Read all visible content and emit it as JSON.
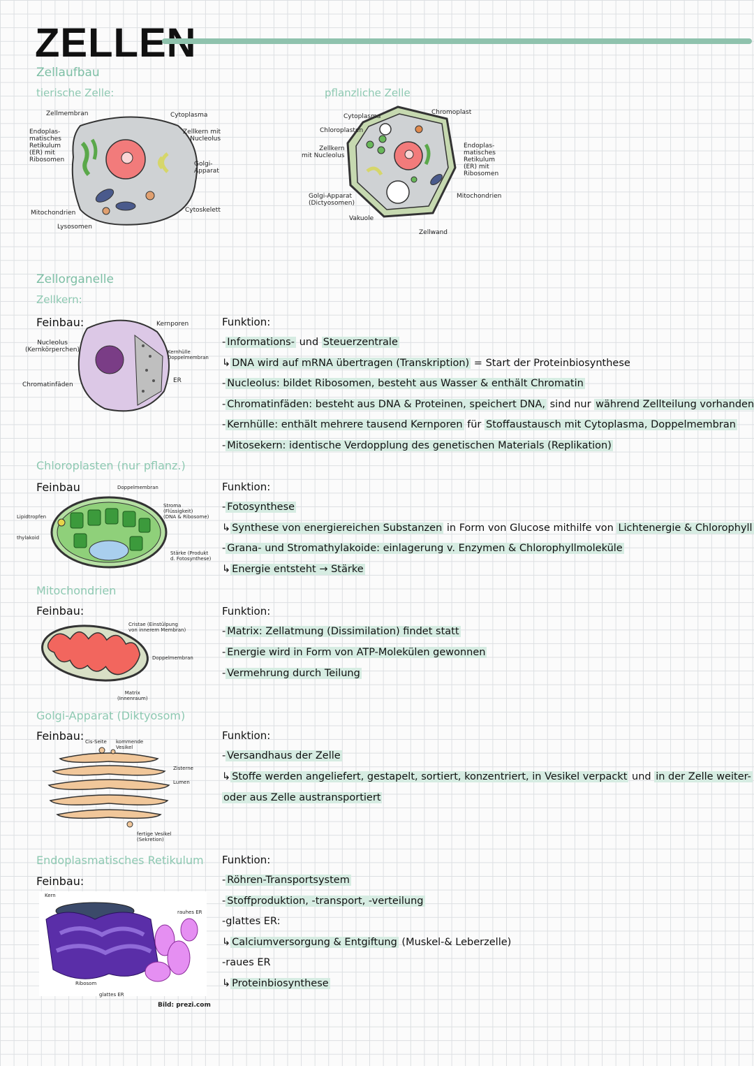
{
  "title": "ZELLEN",
  "section_zellaufbau": "Zellaufbau",
  "tierische": {
    "heading": "tierische Zelle:",
    "labels": {
      "zellmembran": "Zellmembran",
      "cytoplasma": "Cytoplasma",
      "er": "Endoplas-\nmatisches\nRetikulum\n(ER) mit\nRibosomen",
      "zellkern": "Zellkern mit\nNucleolus",
      "golgi": "Golgi-\nApparat",
      "mitochondrien": "Mitochondrien",
      "lysosomen": "Lysosomen",
      "cytoskelett": "Cytoskelett"
    }
  },
  "pflanzliche": {
    "heading": "pflanzliche Zelle",
    "labels": {
      "cytoplasma": "Cytoplasma",
      "chromoplast": "Chromoplast",
      "chloroplasten": "Chloroplasten",
      "zellkern": "Zellkern\nmit Nucleolus",
      "er": "Endoplas-\nmatisches\nRetikulum\n(ER) mit\nRibosomen",
      "golgi": "Golgi-Apparat\n(Dictyosomen)",
      "mitochondrien": "Mitochondrien",
      "vakuole": "Vakuole",
      "zellwand": "Zellwand"
    }
  },
  "section_organelle": "Zellorganelle",
  "zellkern": {
    "heading": "Zellkern:",
    "feinbau": "Feinbau:",
    "labels": {
      "kernporen": "Kernporen",
      "nucleolus": "Nucleolus\n(Kernkörperchen)",
      "kernhuelle": "Kernhülle\nDoppelmembran",
      "er": "ER",
      "chromatin": "Chromatinfäden"
    },
    "funktion": "Funktion:",
    "lines": [
      {
        "pre": "-",
        "hl": "Informations-",
        "post": " und ",
        "hl2": "Steuerzentrale",
        "post2": ""
      },
      {
        "pre": "↳",
        "hl": "DNA wird auf mRNA übertragen (Transkription)",
        "post": " = Start der Proteinbiosynthese",
        "hl2": "",
        "post2": ""
      },
      {
        "pre": "-",
        "hl": "Nucleolus: bildet Ribosomen, besteht aus Wasser & enthält Chromatin",
        "post": "",
        "hl2": "",
        "post2": ""
      },
      {
        "pre": "-",
        "hl": "Chromatinfäden: besteht aus DNA & Proteinen, speichert DNA,",
        "post": " sind nur ",
        "hl2": "während Zellteilung vorhanden",
        "post2": ""
      },
      {
        "pre": "-",
        "hl": "Kernhülle: enthält mehrere tausend Kernporen",
        "post": " für ",
        "hl2": "Stoffaustausch mit Cytoplasma, Doppelmembran",
        "post2": ""
      },
      {
        "pre": "-",
        "hl": "Mitosekern: identische Verdopplung des genetischen Materials (Replikation)",
        "post": "",
        "hl2": "",
        "post2": ""
      }
    ]
  },
  "chloroplasten": {
    "heading": "Chloroplasten (nur pflanz.)",
    "feinbau": "Feinbau",
    "labels": {
      "doppelmembran": "Doppelmembran",
      "stroma": "Stroma\n(Flüssigkeit)\n(DNA & Ribosome)",
      "lipidtropfen": "Lipidtropfen",
      "thylakoid": "thylakoid",
      "staerke": "Stärke (Produkt\nd. Fotosynthese)"
    },
    "funktion": "Funktion:",
    "lines": [
      {
        "pre": "-",
        "hl": "Fotosynthese",
        "post": "",
        "hl2": "",
        "post2": ""
      },
      {
        "pre": "↳",
        "hl": "Synthese von energiereichen Substanzen",
        "post": " in Form von Glucose mithilfe von ",
        "hl2": "Lichtenergie & Chlorophyll",
        "post2": ""
      },
      {
        "pre": "-",
        "hl": "Grana- und Stromathylakoide: einlagerung v. Enzymen & Chlorophyllmoleküle",
        "post": "",
        "hl2": "",
        "post2": ""
      },
      {
        "pre": "↳",
        "hl": "Energie entsteht → Stärke",
        "post": "",
        "hl2": "",
        "post2": ""
      }
    ]
  },
  "mitochondrien": {
    "heading": "Mitochondrien",
    "feinbau": "Feinbau:",
    "labels": {
      "cristae": "Cristae (Einstülpung\nvon innerem Membran)",
      "doppelmembran": "Doppelmembran",
      "matrix": "Matrix\n(Innenraum)"
    },
    "funktion": "Funktion:",
    "lines": [
      {
        "pre": "-",
        "hl": "Matrix: Zellatmung (Dissimilation) findet statt",
        "post": "",
        "hl2": "",
        "post2": ""
      },
      {
        "pre": "-",
        "hl": "Energie wird in Form von ATP-Molekülen gewonnen",
        "post": "",
        "hl2": "",
        "post2": ""
      },
      {
        "pre": "-",
        "hl": "Vermehrung durch Teilung",
        "post": "",
        "hl2": "",
        "post2": ""
      }
    ]
  },
  "golgi": {
    "heading": "Golgi-Apparat (Diktyosom)",
    "feinbau": "Feinbau:",
    "labels": {
      "cisseite": "Cis-Seite",
      "vesikel": "kommende\nVesikel",
      "zisterne": "Zisterne",
      "lumen": "Lumen",
      "fertige": "fertige Vesikel\n(Sekretion)"
    },
    "funktion": "Funktion:",
    "lines": [
      {
        "pre": "-",
        "hl": "Versandhaus der Zelle",
        "post": "",
        "hl2": "",
        "post2": ""
      },
      {
        "pre": "↳",
        "hl": "Stoffe werden angeliefert, gestapelt, sortiert, konzentriert, in Vesikel verpackt",
        "post": " und ",
        "hl2": "in der Zelle weiter-",
        "post2": ""
      },
      {
        "pre": "",
        "hl": "oder aus Zelle austransportiert",
        "post": "",
        "hl2": "",
        "post2": ""
      }
    ]
  },
  "er": {
    "heading": "Endoplasmatisches Retikulum",
    "feinbau": "Feinbau:",
    "labels": {
      "kern": "Kern",
      "rauhes": "rauhes ER",
      "ribosom": "Ribosom",
      "glattes": "glattes ER"
    },
    "credit": "Bild: prezi.com",
    "funktion": "Funktion:",
    "lines": [
      {
        "pre": "-",
        "hl": "Röhren-Transportsystem",
        "post": "",
        "hl2": "",
        "post2": ""
      },
      {
        "pre": "-",
        "hl": "Stoffproduktion, -transport, -verteilung",
        "post": "",
        "hl2": "",
        "post2": ""
      },
      {
        "pre": "-",
        "hl": "",
        "post": "glattes ER:",
        "hl2": "",
        "post2": ""
      },
      {
        "pre": "↳",
        "hl": "Calciumversorgung & Entgiftung",
        "post": " (Muskel-& Leberzelle)",
        "hl2": "",
        "post2": ""
      },
      {
        "pre": "-",
        "hl": "",
        "post": "raues ER",
        "hl2": "",
        "post2": ""
      },
      {
        "pre": "↳",
        "hl": "Proteinbiosynthese",
        "post": "",
        "hl2": "",
        "post2": ""
      }
    ]
  }
}
